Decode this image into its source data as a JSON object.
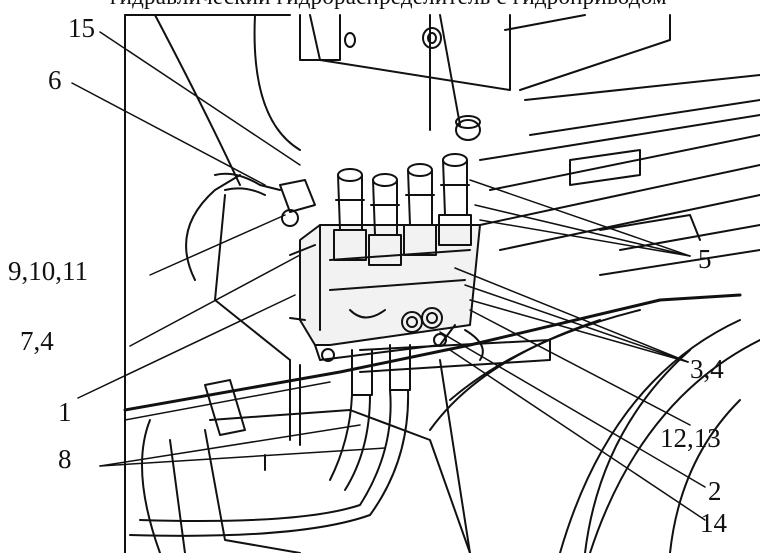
{
  "header_fragment": "гидравлический гидрораспределитель с гидроприводом",
  "callouts": {
    "c15": "15",
    "c6": "6",
    "c5": "5",
    "c9_10_11": "9,10,11",
    "c7_4": "7,4",
    "c3_4": "3,4",
    "c1": "1",
    "c12_13": "12,13",
    "c8": "8",
    "c2": "2",
    "c14": "14"
  },
  "colors": {
    "ink": "#111111",
    "paper": "#ffffff",
    "shade": "#d9d9d9"
  }
}
